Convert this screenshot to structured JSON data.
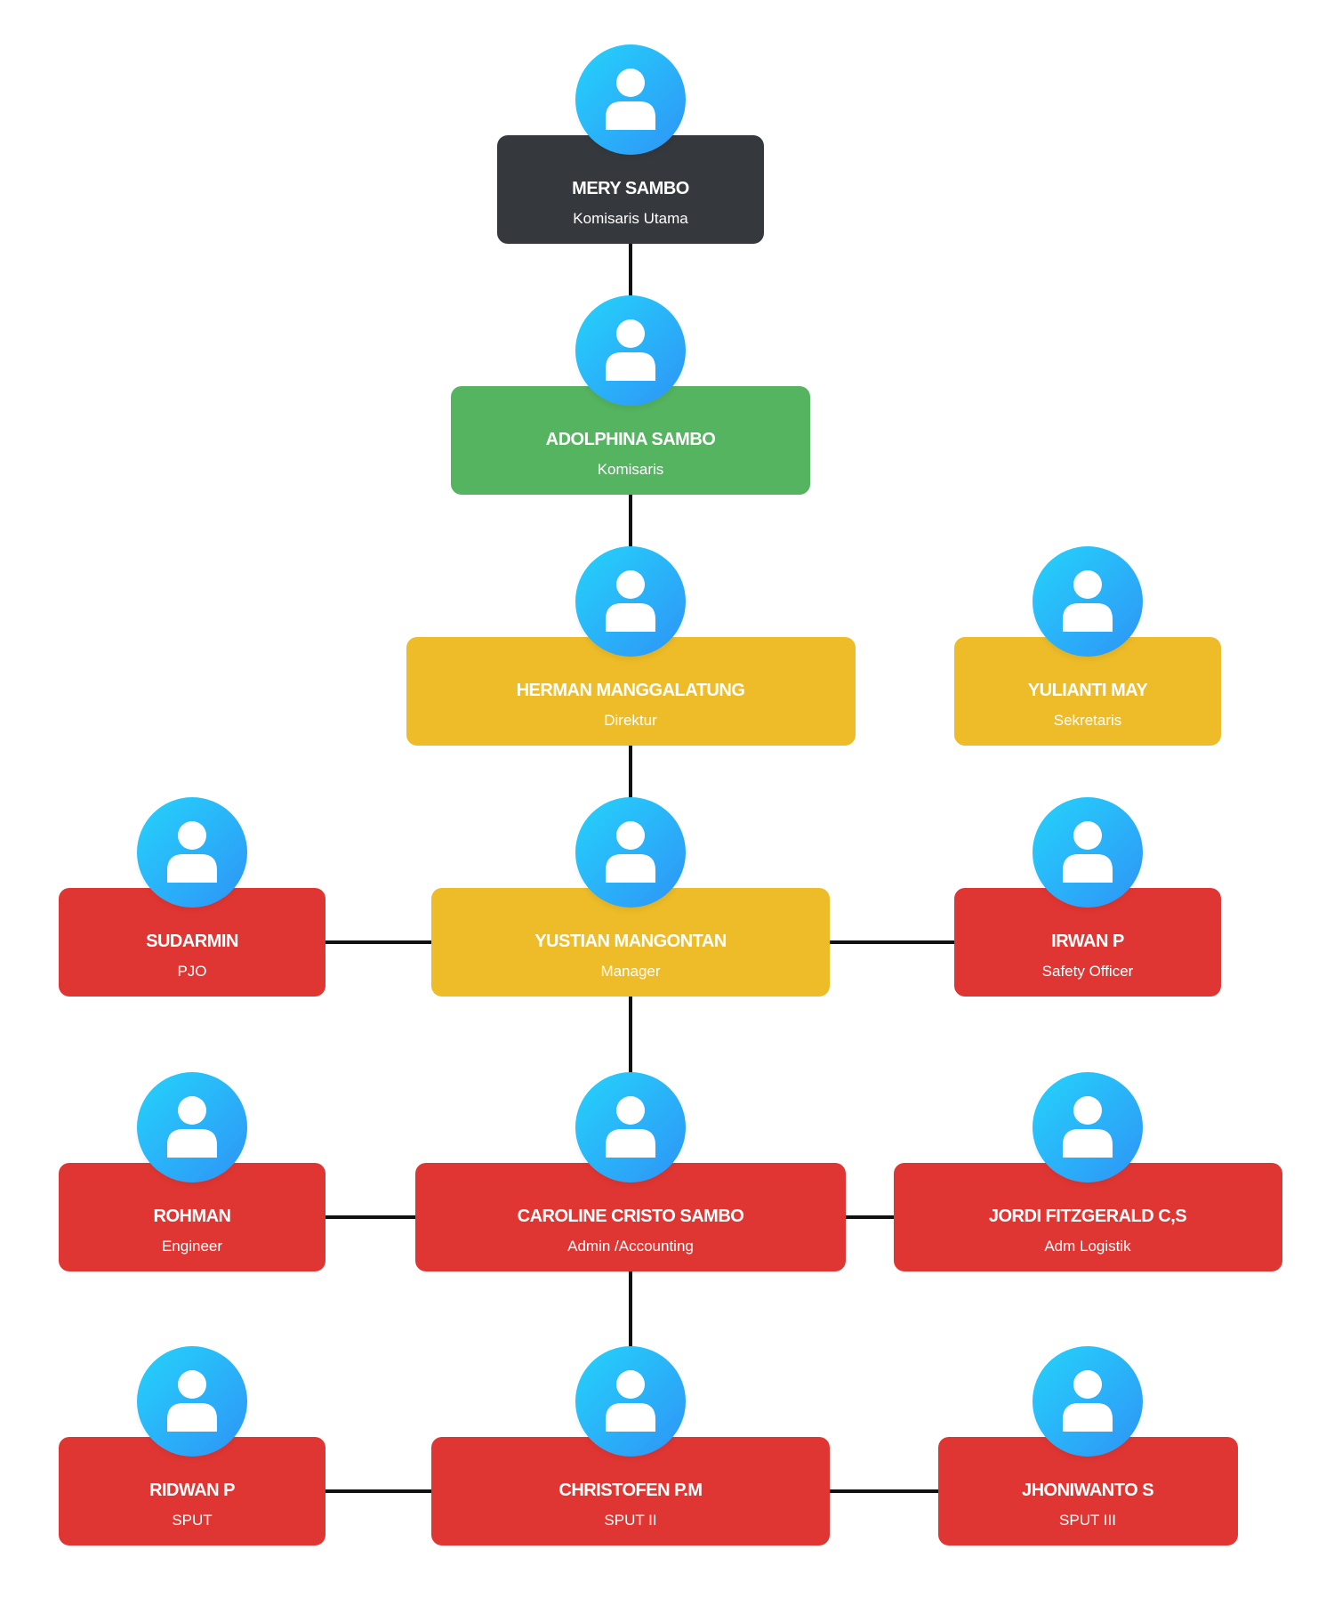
{
  "colors": {
    "dark": "#35383d",
    "green": "#54b45f",
    "yellow": "#edbc28",
    "red": "#e03633",
    "avatar_start": "#25d3fb",
    "avatar_end": "#2e94f6",
    "line": "#111111"
  },
  "nodes": [
    {
      "id": "mery",
      "name": "MERY SAMBO",
      "role": "Komisaris Utama",
      "color": "dark",
      "icon": "user-avatar-icon"
    },
    {
      "id": "adolphina",
      "name": "ADOLPHINA SAMBO",
      "role": "Komisaris",
      "color": "green",
      "icon": "user-avatar-icon"
    },
    {
      "id": "herman",
      "name": "HERMAN MANGGALATUNG",
      "role": "Direktur",
      "color": "yellow",
      "icon": "user-avatar-icon"
    },
    {
      "id": "yulianti",
      "name": "YULIANTI MAY",
      "role": "Sekretaris",
      "color": "yellow",
      "icon": "user-avatar-icon"
    },
    {
      "id": "sudarmin",
      "name": "SUDARMIN",
      "role": "PJO",
      "color": "red",
      "icon": "user-avatar-icon"
    },
    {
      "id": "yustian",
      "name": "YUSTIAN MANGONTAN",
      "role": "Manager",
      "color": "yellow",
      "icon": "user-avatar-icon"
    },
    {
      "id": "irwan",
      "name": "IRWAN P",
      "role": "Safety Officer",
      "color": "red",
      "icon": "user-avatar-icon"
    },
    {
      "id": "rohman",
      "name": "ROHMAN",
      "role": "Engineer",
      "color": "red",
      "icon": "user-avatar-icon"
    },
    {
      "id": "caroline",
      "name": "CAROLINE CRISTO SAMBO",
      "role": "Admin /Accounting",
      "color": "red",
      "icon": "user-avatar-icon"
    },
    {
      "id": "jordi",
      "name": "JORDI FITZGERALD C,S",
      "role": "Adm Logistik",
      "color": "red",
      "icon": "user-avatar-icon"
    },
    {
      "id": "ridwan",
      "name": "RIDWAN P",
      "role": "SPUT",
      "color": "red",
      "icon": "user-avatar-icon"
    },
    {
      "id": "christofen",
      "name": "CHRISTOFEN P.M",
      "role": "SPUT II",
      "color": "red",
      "icon": "user-avatar-icon"
    },
    {
      "id": "jhoniwanto",
      "name": "JHONIWANTO S",
      "role": "SPUT III",
      "color": "red",
      "icon": "user-avatar-icon"
    }
  ],
  "edges": [
    [
      "mery",
      "adolphina"
    ],
    [
      "adolphina",
      "herman"
    ],
    [
      "herman",
      "yustian"
    ],
    [
      "sudarmin",
      "yustian"
    ],
    [
      "yustian",
      "irwan"
    ],
    [
      "yustian",
      "caroline"
    ],
    [
      "rohman",
      "caroline"
    ],
    [
      "caroline",
      "jordi"
    ],
    [
      "caroline",
      "christofen"
    ],
    [
      "ridwan",
      "christofen"
    ],
    [
      "christofen",
      "jhoniwanto"
    ]
  ]
}
